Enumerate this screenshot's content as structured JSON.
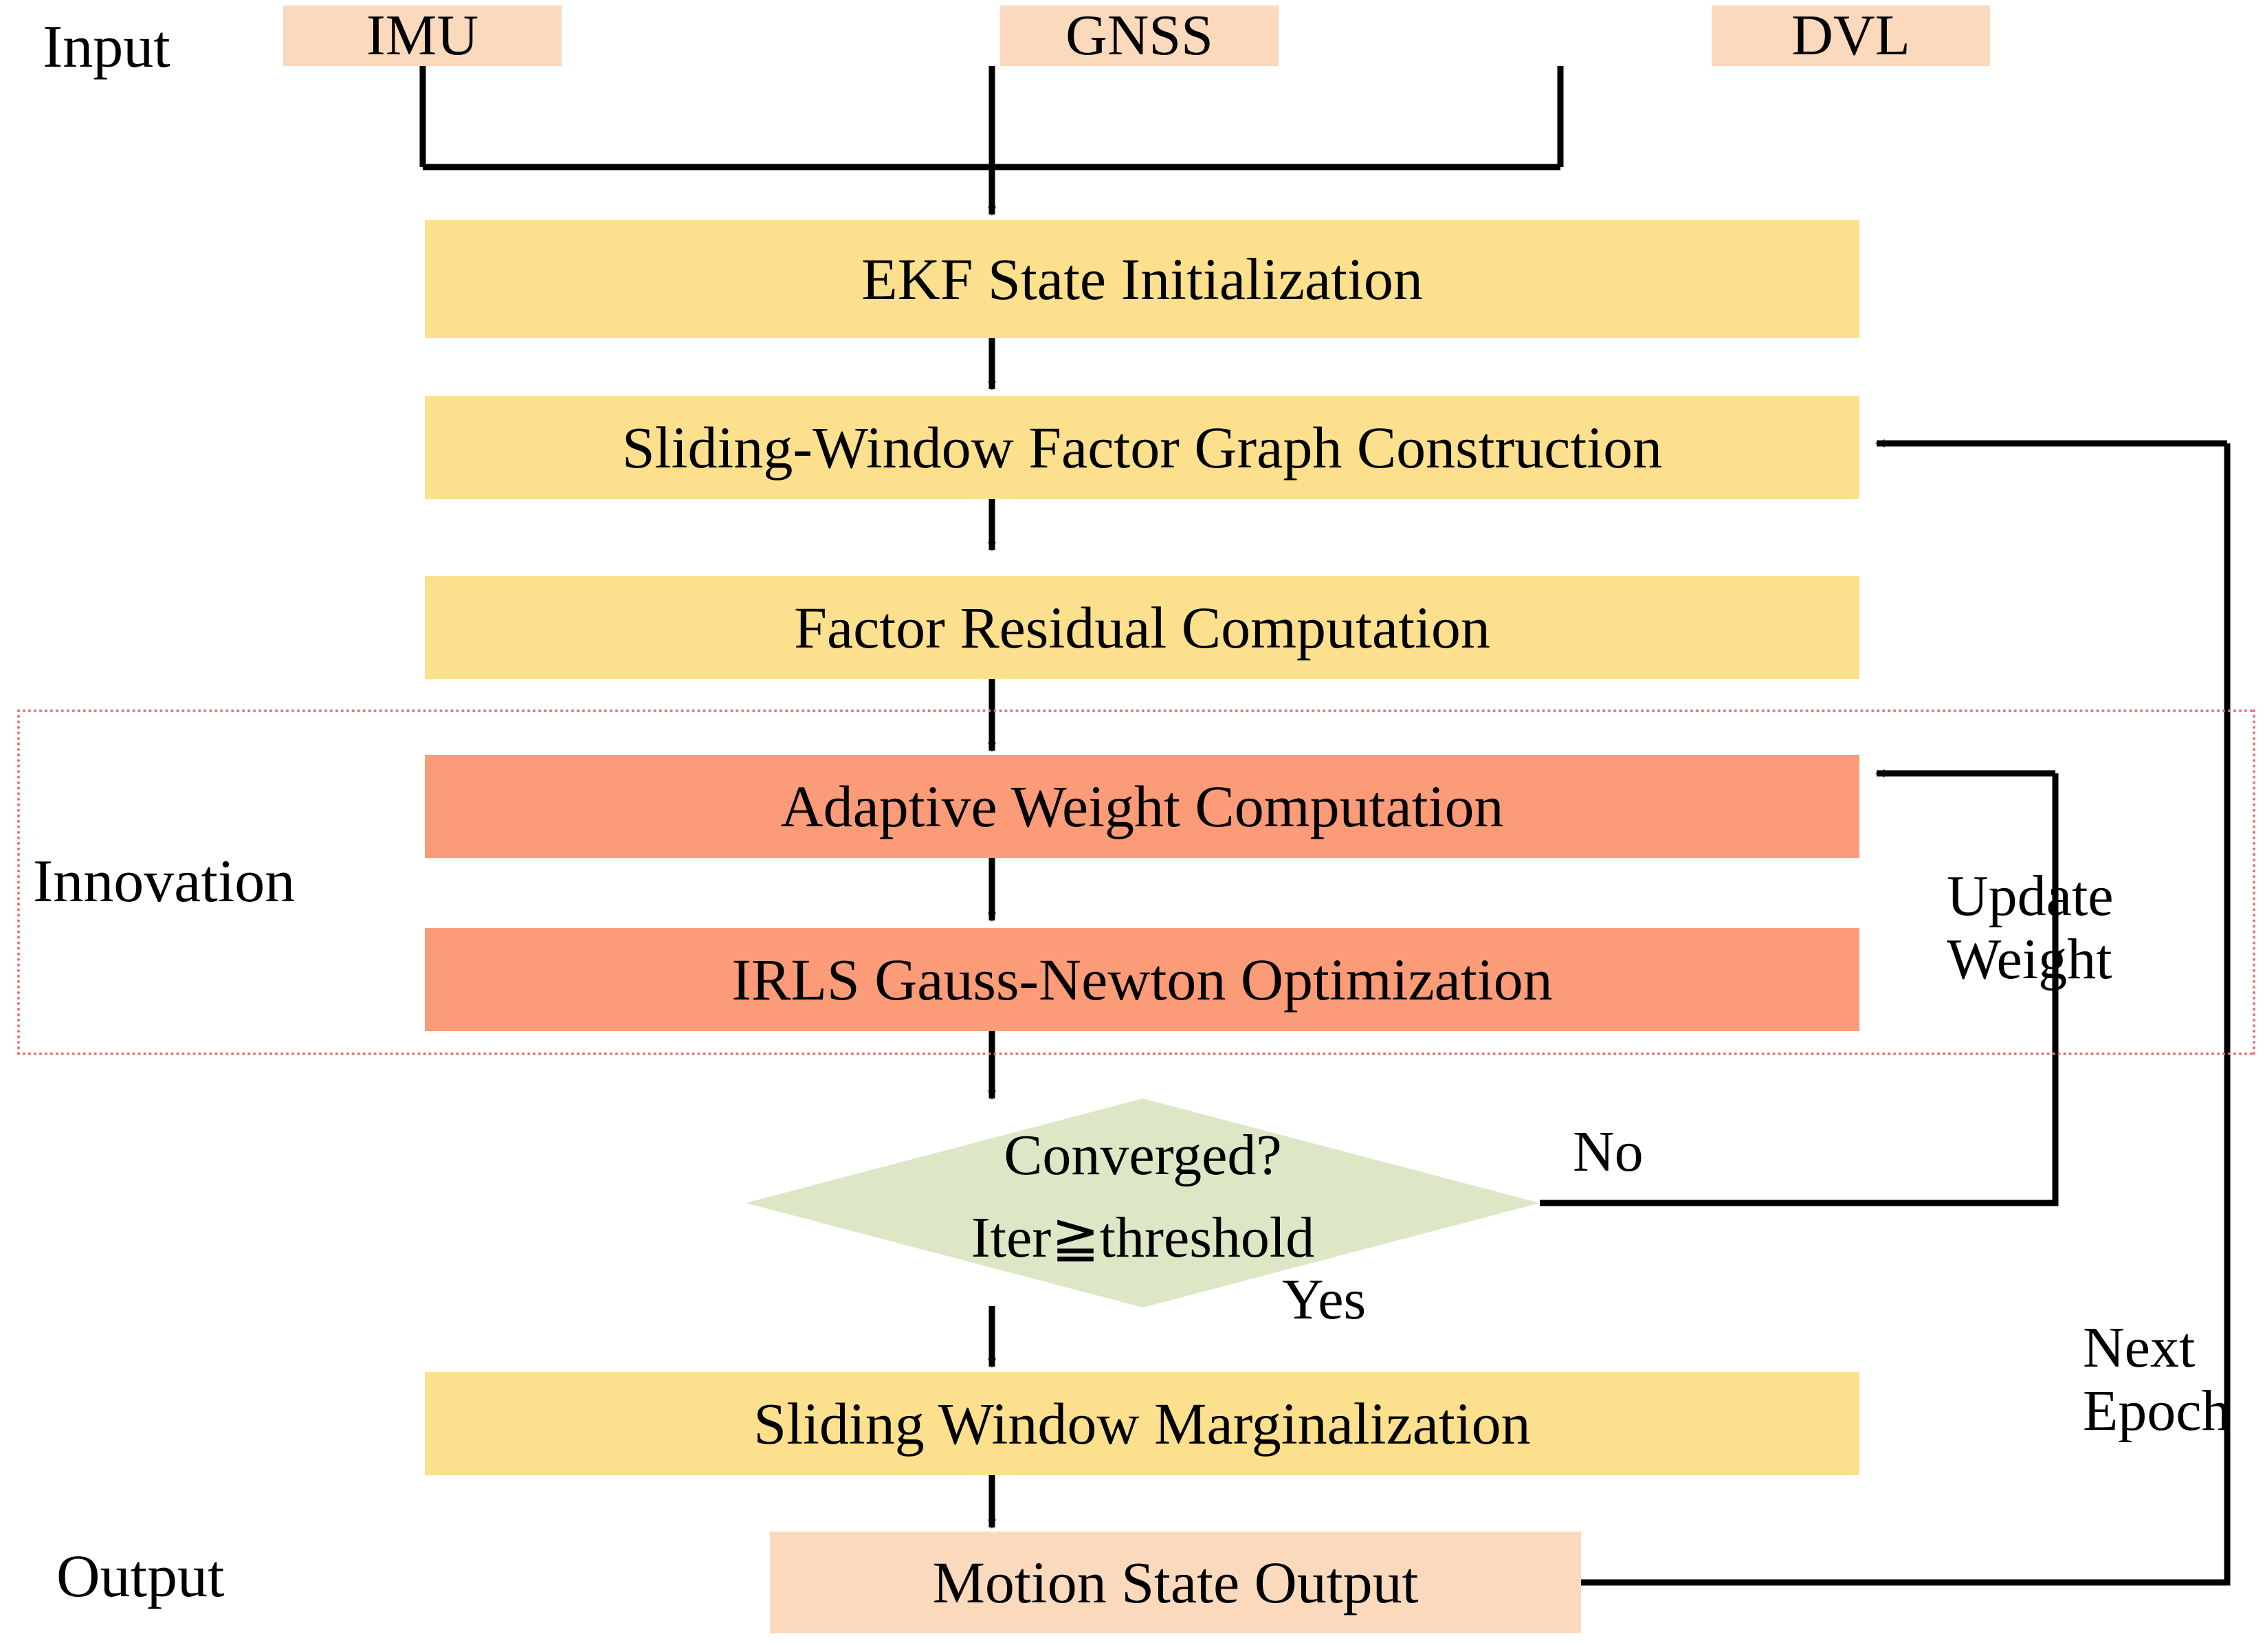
{
  "diagram": {
    "title": "Adaptive IRLS Factor Graph Navigation Pipeline Flowchart",
    "colors": {
      "io_fill": "#FBD9BC",
      "process_fill": "#FCE08D",
      "innovation_fill": "#FC9B78",
      "decision_fill": "#DDE7C5",
      "innovation_border": "#F26E6E",
      "connector": "#000000",
      "text": "#000000",
      "background": "#FFFFFF"
    },
    "stage_labels": {
      "input": "Input",
      "innovation": "Innovation",
      "output": "Output"
    },
    "inputs": [
      {
        "label": "IMU"
      },
      {
        "label": "GNSS"
      },
      {
        "label": "DVL"
      }
    ],
    "process_nodes": [
      {
        "id": "ekf-state-initialization",
        "label": "EKF State Initialization",
        "type": "process"
      },
      {
        "id": "sliding-window-factor-graph-construction",
        "label": "Sliding-Window Factor Graph Construction",
        "type": "process"
      },
      {
        "id": "factor-residual-computation",
        "label": "Factor Residual Computation",
        "type": "process"
      },
      {
        "id": "adaptive-weight-computation",
        "label": "Adaptive Weight Computation",
        "type": "innovation"
      },
      {
        "id": "irls-gauss-newton-optimization",
        "label": "IRLS Gauss-Newton Optimization",
        "type": "innovation"
      }
    ],
    "decision": {
      "id": "converged-decision",
      "line1": "Converged?",
      "line2": "Iter≧threshold",
      "yes_label": "Yes",
      "no_label": "No"
    },
    "post_nodes": [
      {
        "id": "sliding-window-marginalization",
        "label": "Sliding Window Marginalization",
        "type": "process"
      },
      {
        "id": "motion-state-output",
        "label": "Motion State Output",
        "type": "io"
      }
    ],
    "feedback_edges": [
      {
        "id": "update-weight",
        "line1": "Update",
        "line2": "Weight"
      },
      {
        "id": "next-epoch",
        "line1": "Next",
        "line2": "Epoch"
      }
    ]
  }
}
